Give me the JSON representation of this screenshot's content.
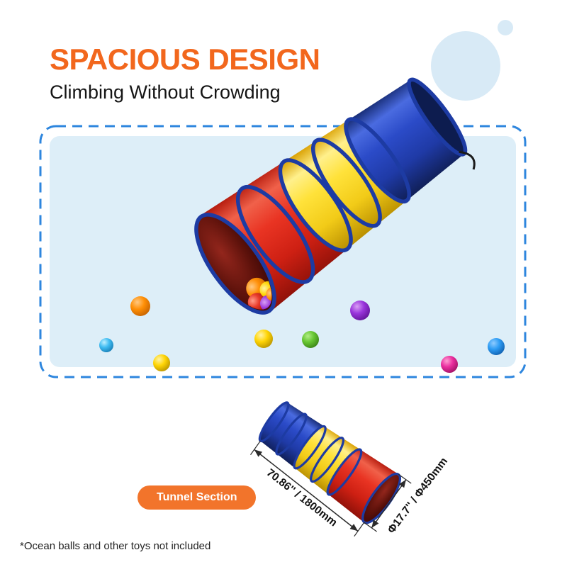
{
  "page": {
    "title": "SPACIOUS DESIGN",
    "subtitle": "Climbing Without Crowding",
    "footnote": "*Ocean balls and other toys not included"
  },
  "badge": {
    "label": "Tunnel Section"
  },
  "dimensions": {
    "length_label": "70.86'' / 1800mm",
    "diameter_label": "Φ17.7'' / Φ450mm"
  },
  "illustration": {
    "product": "pop-up play tunnel",
    "tunnel_sections": [
      "blue",
      "yellow",
      "red"
    ],
    "ocean_ball_colors": [
      "light-blue",
      "orange",
      "yellow",
      "green",
      "purple",
      "pink",
      "blue",
      "red"
    ]
  },
  "colors": {
    "accent_orange": "#F2671D",
    "badge_orange": "#F2742B",
    "panel_fill": "#DDEEF8",
    "panel_border_blue": "#2E86DE",
    "tunnel_red": "#E93423",
    "tunnel_yellow": "#FFE23A",
    "tunnel_blue": "#2B4BC8",
    "ring_navy": "#1D3BA3",
    "text_dark": "#111111"
  }
}
